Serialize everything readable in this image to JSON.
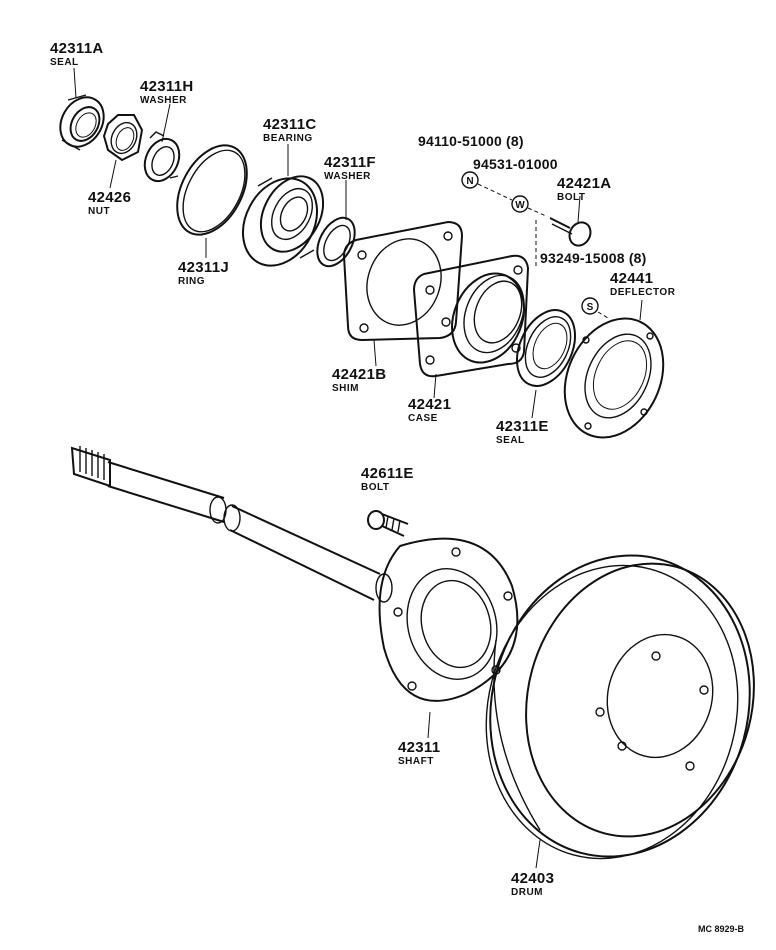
{
  "diagram": {
    "code": "MC 8929-B",
    "parts": [
      {
        "id": "seal_a",
        "number": "42311A",
        "name": "SEAL"
      },
      {
        "id": "washer_h",
        "number": "42311H",
        "name": "WASHER"
      },
      {
        "id": "nut",
        "number": "42426",
        "name": "NUT"
      },
      {
        "id": "bearing",
        "number": "42311C",
        "name": "BEARING"
      },
      {
        "id": "washer_f",
        "number": "42311F",
        "name": "WASHER"
      },
      {
        "id": "ring",
        "number": "42311J",
        "name": "RING"
      },
      {
        "id": "bolt_a",
        "number": "42421A",
        "name": "BOLT"
      },
      {
        "id": "deflector",
        "number": "42441",
        "name": "DEFLECTOR"
      },
      {
        "id": "shim",
        "number": "42421B",
        "name": "SHIM"
      },
      {
        "id": "case",
        "number": "42421",
        "name": "CASE"
      },
      {
        "id": "seal_e",
        "number": "42311E",
        "name": "SEAL"
      },
      {
        "id": "bolt_e",
        "number": "42611E",
        "name": "BOLT"
      },
      {
        "id": "shaft",
        "number": "42311",
        "name": "SHAFT"
      },
      {
        "id": "drum",
        "number": "42403",
        "name": "DRUM"
      }
    ],
    "hardware": [
      {
        "id": "nut_n",
        "number": "94110-51000 (8)",
        "symbol": "N"
      },
      {
        "id": "washer_w",
        "number": "94531-01000",
        "symbol": "W"
      },
      {
        "id": "screw_s",
        "number": "93249-15008 (8)",
        "symbol": "S"
      }
    ]
  }
}
